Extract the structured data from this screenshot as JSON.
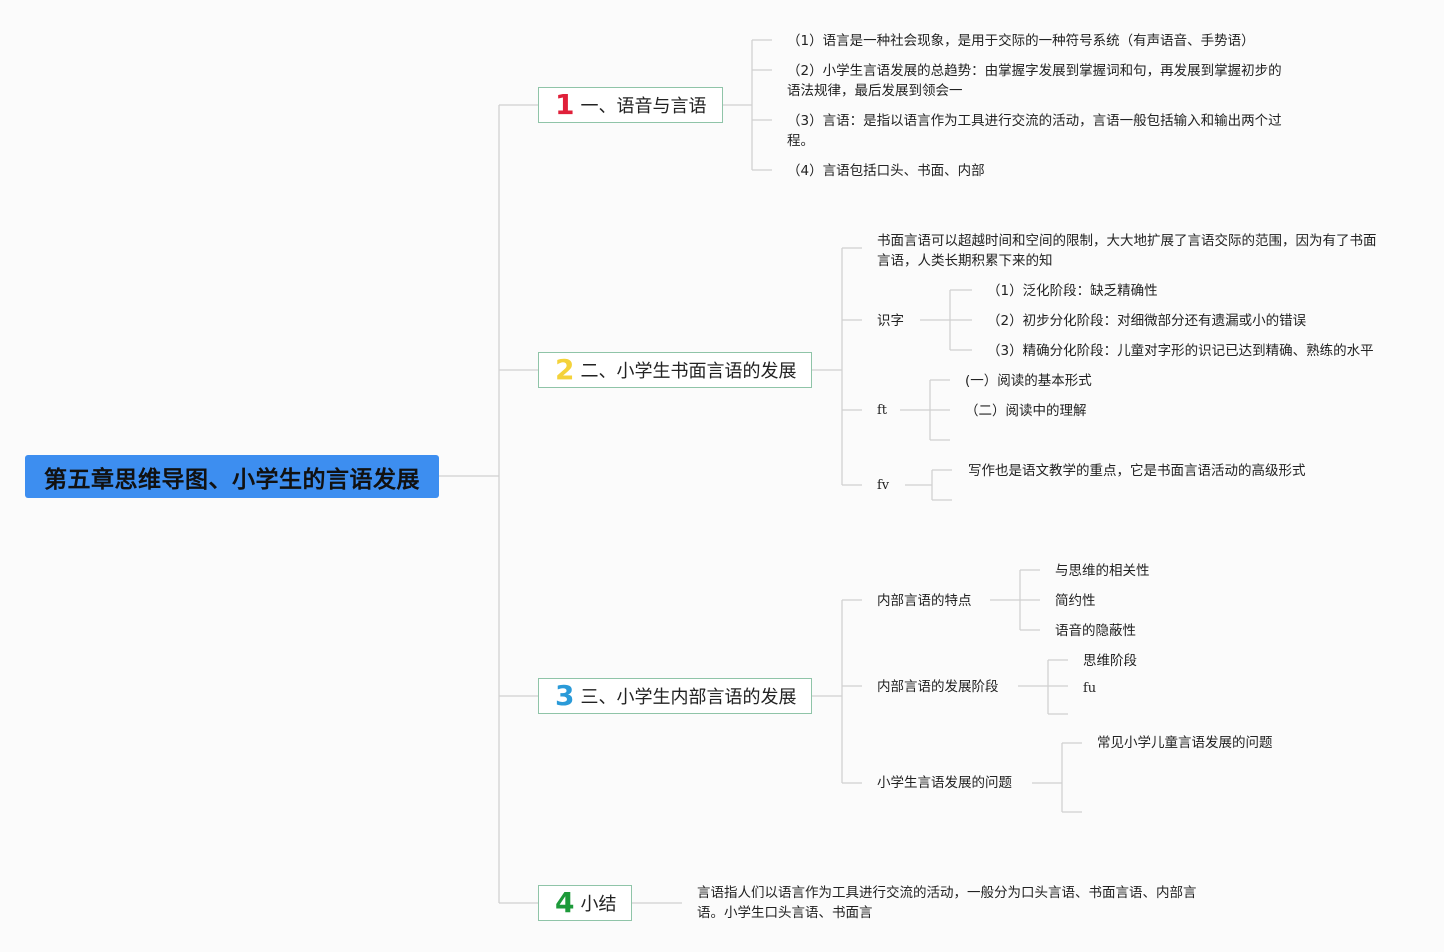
{
  "root": {
    "title": "第五章思维导图、小学生的言语发展",
    "color": "#3d8ef0"
  },
  "branches": [
    {
      "num": "1",
      "num_color": "#e0203a",
      "label": "一、语音与言语",
      "items": [
        "（1）语言是一种社会现象，是用于交际的一种符号系统（有声语音、手势语）",
        "（2）小学生言语发展的总趋势：由掌握字发展到掌握词和句，再发展到掌握初步的语法规律，最后发展到领会一",
        "（3）言语：是指以语言作为工具进行交流的活动，言语一般包括输入和输出两个过程。",
        "（4）言语包括口头、书面、内部"
      ]
    },
    {
      "num": "2",
      "num_color": "#f4d23a",
      "label": "二、小学生书面言语的发展",
      "intro": "书面言语可以超越时间和空间的限制，大大地扩展了言语交际的范围，因为有了书面言语，人类长期积累下来的知",
      "shizi": {
        "label": "识字",
        "items": [
          "（1）泛化阶段：缺乏精确性",
          "（2）初步分化阶段：对细微部分还有遗漏或小的错误",
          "（3）精确分化阶段：儿童对字形的识记已达到精确、熟练的水平"
        ]
      },
      "ft": {
        "label": "ft",
        "items": [
          "(一）阅读的基本形式",
          "（二）阅读中的理解"
        ]
      },
      "fv": {
        "label": "fv",
        "items": [
          "写作也是语文教学的重点，它是书面言语活动的高级形式"
        ]
      }
    },
    {
      "num": "3",
      "num_color": "#2a9ad8",
      "label": "三、小学生内部言语的发展",
      "features": {
        "label": "内部言语的特点",
        "items": [
          "与思维的相关性",
          "简约性",
          "语音的隐蔽性"
        ]
      },
      "stages": {
        "label": "内部言语的发展阶段",
        "items": [
          "思维阶段",
          "fu"
        ]
      },
      "problems": {
        "label": "小学生言语发展的问题",
        "items": [
          "常见小学儿童言语发展的问题"
        ]
      }
    },
    {
      "num": "4",
      "num_color": "#1d9a3a",
      "label": "小结",
      "text": "言语指人们以语言作为工具进行交流的活动，一般分为口头言语、书面言语、内部言语。小学生口头言语、书面言"
    }
  ]
}
